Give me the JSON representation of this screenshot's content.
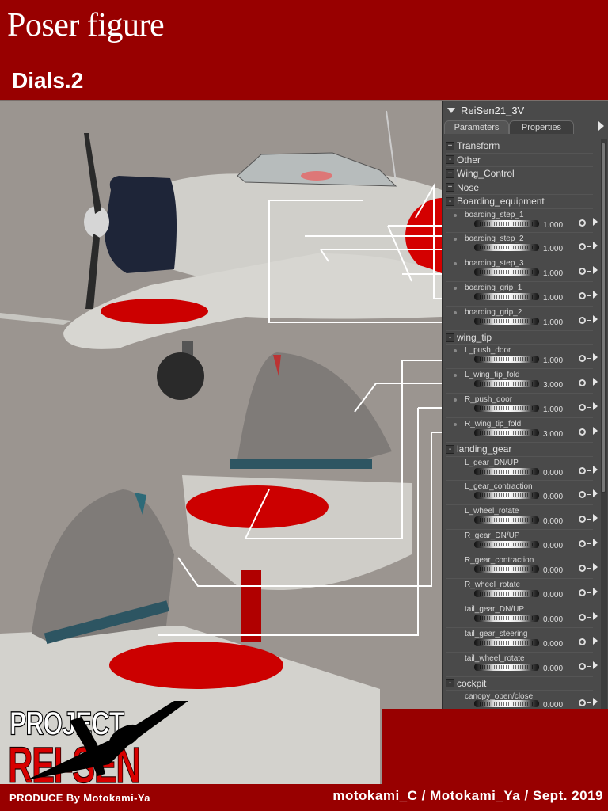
{
  "header": {
    "title": "Poser figure",
    "subtitle": "Dials.2",
    "bg_color": "#980000"
  },
  "panel": {
    "figure_name": "ReiSen21_3V",
    "tabs": [
      {
        "label": "Parameters",
        "active": true
      },
      {
        "label": "Properties",
        "active": false
      }
    ],
    "groups_top": [
      {
        "label": "Transform",
        "toggle": "+"
      },
      {
        "label": "Other",
        "toggle": "-"
      },
      {
        "label": "Wing_Control",
        "toggle": "+"
      },
      {
        "label": "Nose",
        "toggle": "+"
      }
    ],
    "boarding_equipment": {
      "label": "Boarding_equipment",
      "toggle": "-",
      "params": [
        {
          "name": "boarding_step_1",
          "value": "1.000"
        },
        {
          "name": "boarding_step_2",
          "value": "1.000"
        },
        {
          "name": "boarding_step_3",
          "value": "1.000"
        },
        {
          "name": "boarding_grip_1",
          "value": "1.000"
        },
        {
          "name": "boarding_grip_2",
          "value": "1.000"
        }
      ]
    },
    "wing_tip": {
      "label": "wing_tip",
      "toggle": "-",
      "params": [
        {
          "name": "L_push_door",
          "value": "1.000"
        },
        {
          "name": "L_wing_tip_fold",
          "value": "3.000"
        },
        {
          "name": "R_push_door",
          "value": "1.000"
        },
        {
          "name": "R_wing_tip_fold",
          "value": "3.000"
        }
      ]
    },
    "landing_gear": {
      "label": "landing_gear",
      "toggle": "-",
      "params": [
        {
          "name": "L_gear_DN/UP",
          "value": "0.000"
        },
        {
          "name": "L_gear_contraction",
          "value": "0.000"
        },
        {
          "name": "L_wheel_rotate",
          "value": "0.000"
        },
        {
          "name": "R_gear_DN/UP",
          "value": "0.000"
        },
        {
          "name": "R_gear_contraction",
          "value": "0.000"
        },
        {
          "name": "R_wheel_rotate",
          "value": "0.000"
        },
        {
          "name": "tail_gear_DN/UP",
          "value": "0.000"
        },
        {
          "name": "tail_gear_steering",
          "value": "0.000"
        },
        {
          "name": "tail_wheel_rotate",
          "value": "0.000"
        }
      ]
    },
    "cockpit": {
      "label": "cockpit",
      "toggle": "-",
      "params": [
        {
          "name": "canopy_open/close",
          "value": "0.000"
        }
      ]
    }
  },
  "logo": {
    "project": "PROJECT",
    "name": "REI-SEN",
    "produce": "PRODUCE By Motokami-Ya"
  },
  "footer": {
    "credit": "motokami_C / Motokami_Ya / Sept. 2019"
  },
  "scene": {
    "callout_color": "#ffffff",
    "hinomaru_color": "#c00000"
  }
}
